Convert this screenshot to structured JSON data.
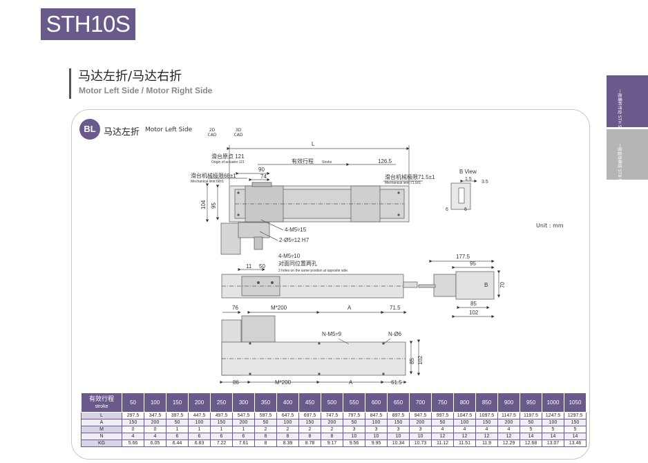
{
  "header": {
    "model": "STH10S"
  },
  "section": {
    "title_cn": "马达左折/马达右折",
    "title_en": "Motor Left Side / Motor Right Side"
  },
  "side_tabs": [
    {
      "text": "一般螺杆传动 STH Series"
    },
    {
      "text": "一般直线模组 STB·M"
    }
  ],
  "card": {
    "badge": "BL",
    "title_cn": "马达左折",
    "title_en": "Motor Left Side",
    "cad_2d": "2D CAD",
    "cad_3d": "3D CAD",
    "unit": "Unit : mm"
  },
  "labels": {
    "L": "L",
    "origin_cn": "滑台原点 121",
    "origin_en": "Origin of actuator:121",
    "stroke_cn": "有效行程",
    "stroke_en": "Stroke",
    "d126": "126.5",
    "d90": "90",
    "d74": "74",
    "mech_left_cn": "滑台机械极限68±1",
    "mech_left_en": "Mechanical limit:68±1",
    "mech_right_cn": "滑台机械极限71.5±1",
    "mech_right_en": "Mechanical limit:71.5±1",
    "d104": "104",
    "d95": "95",
    "m5_15": "4-M5▿15",
    "pin": "2-Ø5▿12 H7",
    "bview": "B View",
    "d15": "1.5",
    "d35": "3.5",
    "d6a": "6",
    "d6b": "6",
    "m5_10": "4-M5▿10",
    "opp_cn": "对面同位置两孔",
    "opp_en": "2 holes on the same position at opposite side.",
    "d11": "11",
    "d50": "50",
    "d1775": "177.5",
    "d95b": "95",
    "b_label": "B",
    "d70": "70",
    "d85": "85",
    "d102": "102",
    "d76": "76",
    "m200": "M*200",
    "A": "A",
    "d715": "71.5",
    "nm5": "N-M5▿9",
    "n6": "N-Ø6",
    "d85b": "85",
    "d102b": "102",
    "d86": "86",
    "m200b": "M*200",
    "A2": "A",
    "d615": "61.5"
  },
  "table": {
    "header_cn": "有效行程",
    "header_en": "stroke",
    "strokes": [
      "50",
      "100",
      "150",
      "200",
      "250",
      "300",
      "350",
      "400",
      "450",
      "500",
      "550",
      "600",
      "650",
      "700",
      "750",
      "800",
      "850",
      "900",
      "950",
      "1000",
      "1050"
    ],
    "rows": [
      {
        "name": "L",
        "values": [
          "297.5",
          "347.5",
          "397.5",
          "447.5",
          "497.5",
          "547.5",
          "597.5",
          "647.5",
          "697.5",
          "747.5",
          "797.5",
          "847.5",
          "897.5",
          "947.5",
          "997.5",
          "1047.5",
          "1097.5",
          "1147.5",
          "1197.5",
          "1247.5",
          "1297.5"
        ]
      },
      {
        "name": "A",
        "values": [
          "150",
          "200",
          "50",
          "100",
          "150",
          "200",
          "50",
          "100",
          "150",
          "200",
          "50",
          "100",
          "150",
          "200",
          "50",
          "100",
          "150",
          "200",
          "50",
          "100",
          "150"
        ]
      },
      {
        "name": "M",
        "values": [
          "0",
          "0",
          "1",
          "1",
          "1",
          "1",
          "2",
          "2",
          "2",
          "2",
          "3",
          "3",
          "3",
          "3",
          "4",
          "4",
          "4",
          "4",
          "5",
          "5",
          "5"
        ]
      },
      {
        "name": "N",
        "values": [
          "4",
          "4",
          "6",
          "6",
          "6",
          "6",
          "8",
          "8",
          "8",
          "8",
          "10",
          "10",
          "10",
          "10",
          "12",
          "12",
          "12",
          "12",
          "14",
          "14",
          "14"
        ]
      },
      {
        "name": "KG",
        "values": [
          "5.66",
          "6.05",
          "6.44",
          "6.83",
          "7.22",
          "7.61",
          "8",
          "8.39",
          "8.78",
          "9.17",
          "9.56",
          "9.95",
          "10.34",
          "10.73",
          "11.12",
          "11.51",
          "11.9",
          "12.29",
          "12.68",
          "13.07",
          "13.46"
        ]
      }
    ]
  },
  "colors": {
    "accent": "#6a5a8c",
    "grey_tab": "#b5b5b5"
  }
}
